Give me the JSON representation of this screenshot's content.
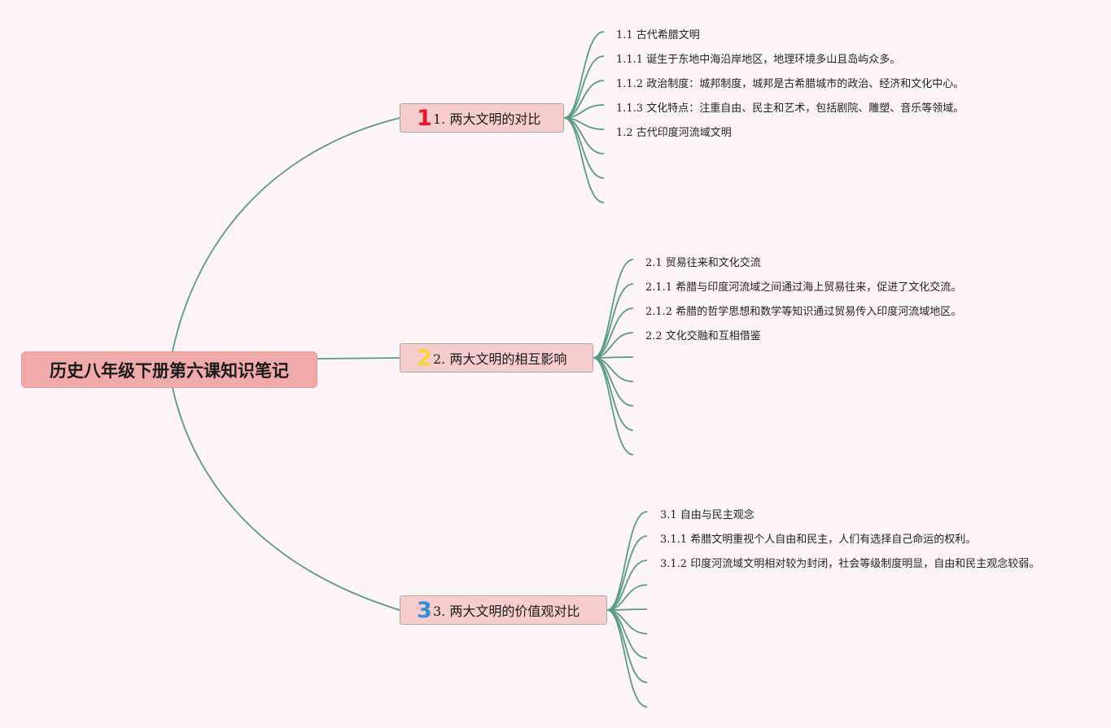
{
  "root": {
    "title": "历史八年级下册第六课知识笔记"
  },
  "colors": {
    "line": "#5a9a88",
    "num1": "#e4172b",
    "num2": "#f5d43c",
    "num3": "#2f8fd6"
  },
  "branches": [
    {
      "number": "1",
      "title": "1. 两大文明的对比",
      "leaves": [
        "1.1 古代希腊文明",
        "1.1.1 诞生于东地中海沿岸地区，地理环境多山且岛屿众多。",
        "1.1.2 政治制度：城邦制度，城邦是古希腊城市的政治、经济和文化中心。",
        "1.1.3 文化特点：注重自由、民主和艺术，包括剧院、雕塑、音乐等领域。",
        "1.2 古代印度河流域文明"
      ]
    },
    {
      "number": "2",
      "title": "2. 两大文明的相互影响",
      "leaves": [
        "2.1 贸易往来和文化交流",
        "2.1.1 希腊与印度河流域之间通过海上贸易往来，促进了文化交流。",
        "2.1.2 希腊的哲学思想和数学等知识通过贸易传入印度河流域地区。",
        "2.2 文化交融和互相借鉴"
      ]
    },
    {
      "number": "3",
      "title": "3. 两大文明的价值观对比",
      "leaves": [
        "3.1 自由与民主观念",
        "3.1.1 希腊文明重视个人自由和民主，人们有选择自己命运的权利。",
        "3.1.2 印度河流域文明相对较为封闭，社会等级制度明显，自由和民主观念较弱。"
      ]
    }
  ]
}
